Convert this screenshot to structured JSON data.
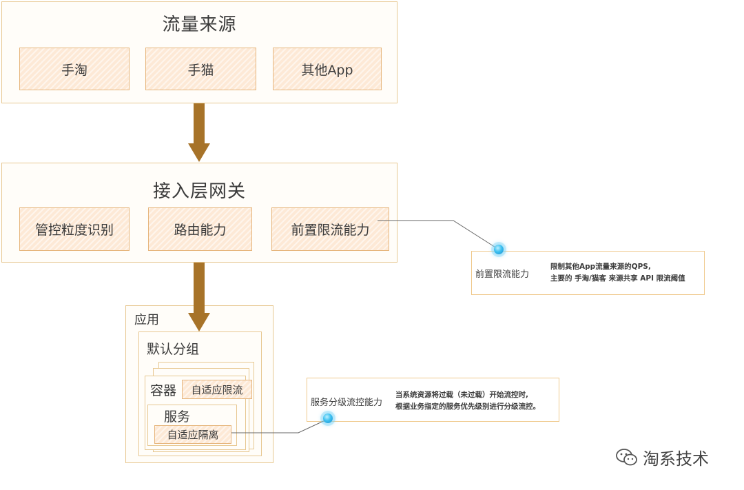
{
  "traffic_panel": {
    "title": "流量来源",
    "items": [
      "手淘",
      "手猫",
      "其他App"
    ]
  },
  "gateway_panel": {
    "title": "接入层网关",
    "items": [
      "管控粒度识别",
      "路由能力",
      "前置限流能力"
    ]
  },
  "app_panel": {
    "title": "应用",
    "group_title": "默认分组",
    "container_label": "容器",
    "container_feature": "自适应限流",
    "service_label": "服务",
    "service_feature": "自适应隔离"
  },
  "callouts": {
    "gateway_note": {
      "title": "前置限流能力",
      "line1": "限制其他App流量来源的QPS,",
      "line2": "主要的 手淘/猫客 来源共享 API 限流阈值"
    },
    "service_note": {
      "title": "服务分级流控能力",
      "line1": "当系统资源将过载（未过载）开始流控时,",
      "line2": "根据业务指定的服务优先级别进行分级流控。"
    }
  },
  "watermark": {
    "text": "淘系技术",
    "icon": "wechat-icon"
  },
  "colors": {
    "arrow": "#a77329",
    "border": "#e7c790",
    "cell_fill": "#fde9d6",
    "dot": "#3cc0f0"
  }
}
